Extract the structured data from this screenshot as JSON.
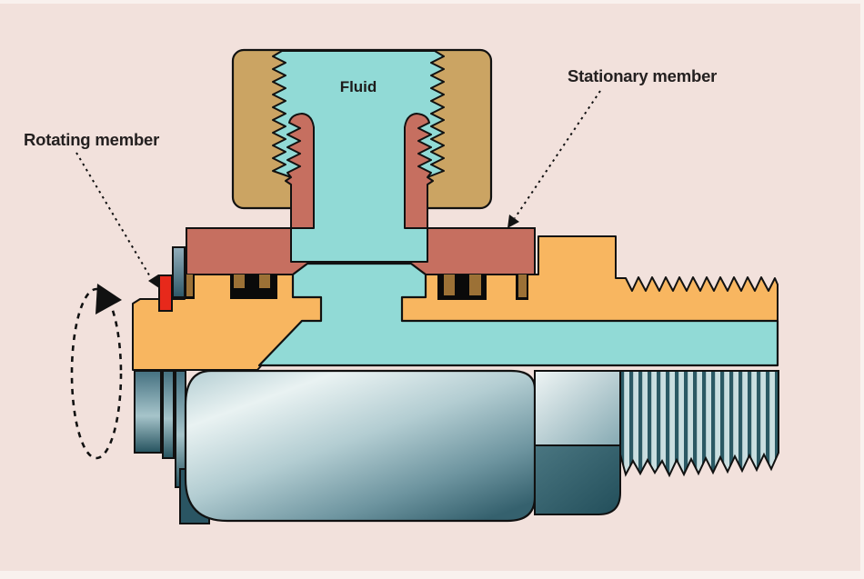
{
  "diagram": {
    "labels": {
      "fluid": "Fluid",
      "rotating_member": "Rotating member",
      "stationary_member": "Stationary member"
    },
    "colors": {
      "background": "#f2e1dc",
      "edge_strip": "#f9f1ee",
      "outline": "#111111",
      "nut_tan": "#cba463",
      "fluid_cyan": "#91dad6",
      "stationary_salmon": "#c66f60",
      "rotating_orange": "#f8b660",
      "seal_red": "#e7291b",
      "seal_brown": "#9c7136",
      "groove_black": "#0a0a0a",
      "shaft_dark_teal": "#2b5660",
      "shaft_light_teal": "#cfe2e4",
      "text": "#242020"
    }
  }
}
